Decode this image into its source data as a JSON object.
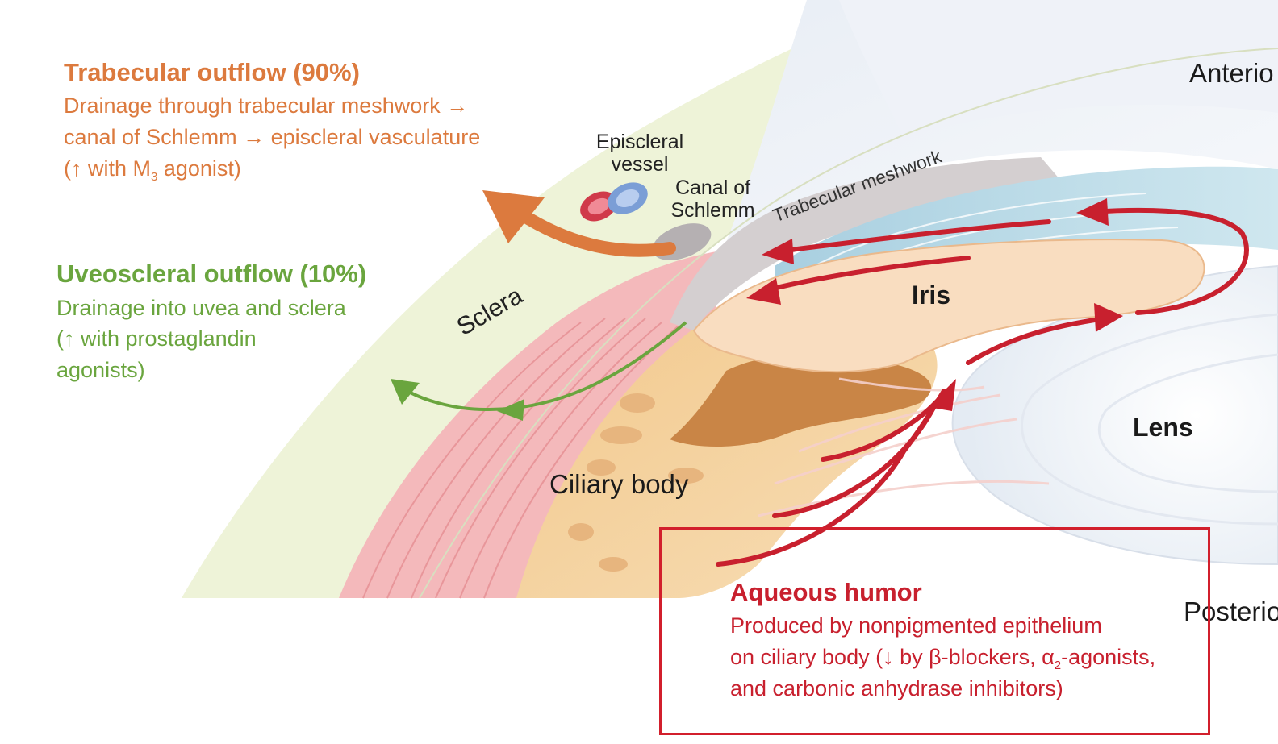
{
  "trabecular": {
    "title": "Trabecular outflow (90%)",
    "line1": "Drainage through trabecular meshwork →",
    "line2": "canal of Schlemm → episcleral vasculature",
    "line3_pre": "(↑ with M",
    "line3_sub": "3",
    "line3_post": " agonist)"
  },
  "uveoscleral": {
    "title": "Uveoscleral outflow (10%)",
    "line1": "Drainage into uvea and sclera",
    "line2": "(↑ with prostaglandin",
    "line3": "agonists)"
  },
  "aqueous": {
    "title": "Aqueous humor",
    "line1": "Produced by nonpigmented epithelium",
    "line2_pre": "on ciliary body (↓ by β-blockers, α",
    "line2_sub": "2",
    "line2_post": "-agonists,",
    "line3": "and carbonic anhydrase inhibitors)"
  },
  "labels": {
    "episcleral_vessel_1": "Episcleral",
    "episcleral_vessel_2": "vessel",
    "canal_1": "Canal of",
    "canal_2": "Schlemm",
    "trabecular_meshwork": "Trabecular meshwork",
    "sclera": "Sclera",
    "iris": "Iris",
    "lens": "Lens",
    "ciliary_body": "Ciliary body",
    "anterior": "Anterio",
    "posterior": "Posterio"
  },
  "colors": {
    "trabecular": "#dc7a3e",
    "uveoscleral": "#6aa53e",
    "aqueous": "#c8202e"
  }
}
